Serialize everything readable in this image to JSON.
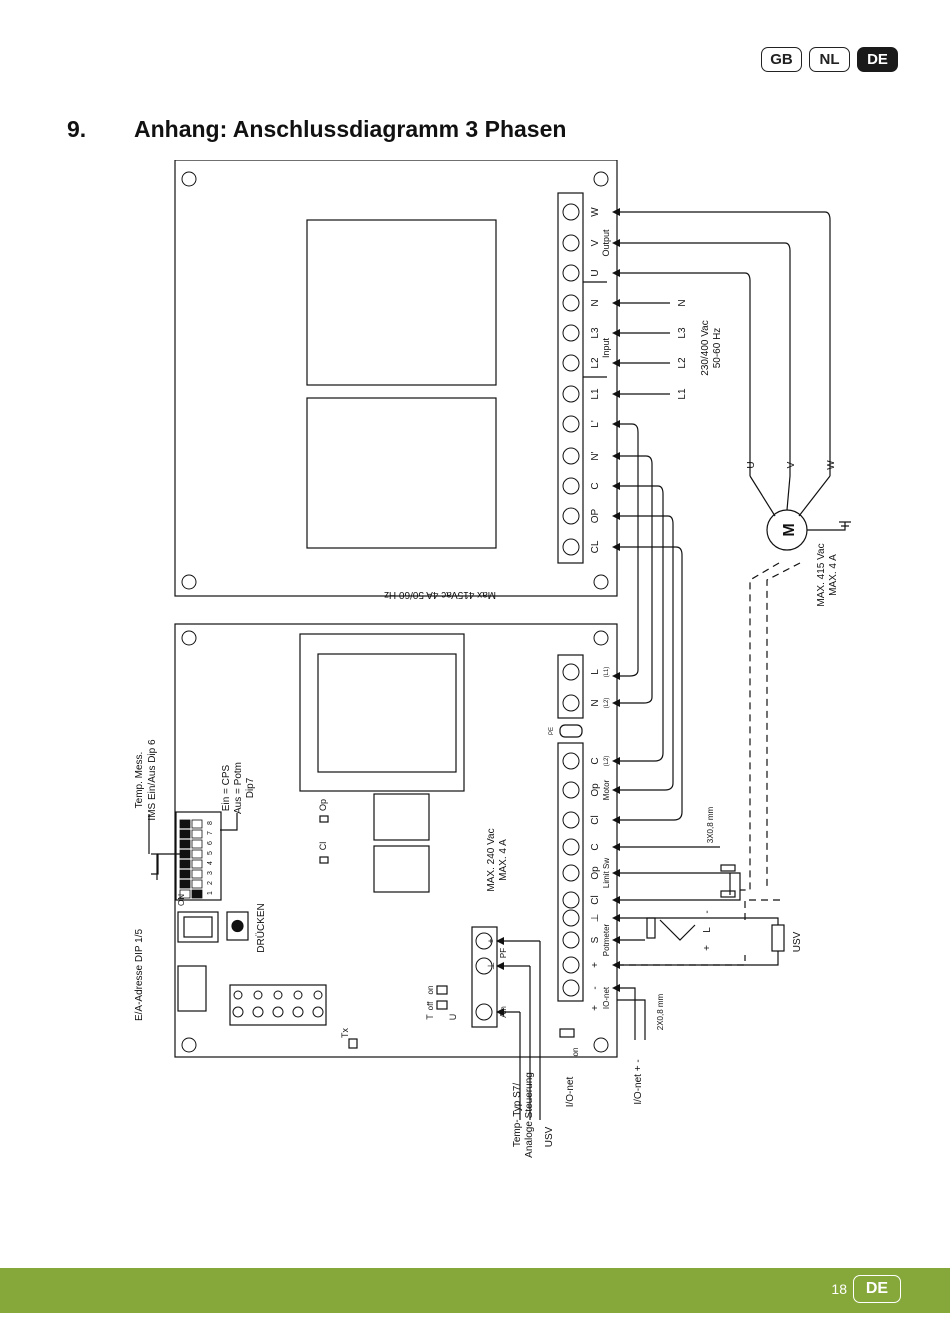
{
  "header": {
    "languages": [
      "GB",
      "NL",
      "DE"
    ],
    "active_language": "DE"
  },
  "section": {
    "number": "9.",
    "title": "Anhang: Anschlussdiagramm 3 Phasen"
  },
  "power_board": {
    "terminals": [
      "W",
      "V",
      "U",
      "N",
      "L3",
      "L2",
      "L1",
      "L'",
      "N'",
      "C",
      "OP",
      "CL"
    ],
    "output_label": "Output",
    "input_label": "Input",
    "rating_label": "Max 415Vac 4A 50/60 Hz"
  },
  "supply": {
    "lines": [
      "N",
      "L3",
      "L2",
      "L1"
    ],
    "voltage": "230/400 Vac",
    "frequency": "50-60 Hz"
  },
  "motor": {
    "symbol": "M",
    "phases": [
      "U",
      "V",
      "W"
    ],
    "max_voltage": "MAX. 415 Vac",
    "max_current": "MAX. 4 A"
  },
  "control_board": {
    "power_terminals": [
      {
        "label": "L",
        "sub": "(L1)"
      },
      {
        "label": "N",
        "sub": "(L2)"
      }
    ],
    "pe_label": "PE",
    "terminals": [
      {
        "label": "C",
        "sub": "(L2)"
      },
      {
        "label": "Op",
        "sub": ""
      },
      {
        "label": "Cl",
        "sub": ""
      },
      {
        "label": "C",
        "sub": ""
      },
      {
        "label": "Op",
        "sub": ""
      },
      {
        "label": "Cl",
        "sub": ""
      },
      {
        "label": "⊥",
        "sub": ""
      },
      {
        "label": "S",
        "sub": ""
      },
      {
        "label": "+",
        "sub": ""
      },
      {
        "label": "-",
        "sub": ""
      },
      {
        "label": "+",
        "sub": ""
      }
    ],
    "group_motor": "Motor",
    "group_limit": "Limit Sw",
    "group_potmeter": "Potmeter",
    "group_ionet": "IO-net",
    "relay_rating": [
      "MAX. 240 Vac",
      "MAX. 4 A"
    ],
    "led_op": "Op",
    "led_cl": "Cl",
    "led_tx": "Tx",
    "dip_on": "ON",
    "dip_numbers": [
      "1",
      "2",
      "3",
      "4",
      "5",
      "6",
      "7",
      "8"
    ],
    "push_button": "DRÜCKEN",
    "analog_terminals": [
      "+",
      "⊥"
    ],
    "analog_labels": [
      "Ain",
      "PF"
    ],
    "switch_on": "on",
    "switch_off": "off",
    "switch_t": "T",
    "switch_u": "U",
    "ionet_on": "on"
  },
  "annotations": {
    "address_dip": "E/A-Adresse DIP 1/5",
    "temp_meas": [
      "Temp. Mess.",
      "IMS Ein/Aus Dip 6"
    ],
    "cps": [
      "Ein = CPS",
      "Aus = Potm",
      "Dip7"
    ],
    "cable_3x": "3X0,8 mm",
    "cable_2x": "2X0,8 mm",
    "ionet_label": "I/O-net",
    "ionet_pm": "I/O-net + -",
    "temp_type": [
      "Temp- Typ S7/",
      "Analoge Steuerung"
    ],
    "usv_left": "USV",
    "usv_right": "USV",
    "pot_signs": [
      "+",
      "L",
      "-"
    ]
  },
  "footer": {
    "page_number": "18",
    "language": "DE",
    "bar_color": "#86a83a"
  }
}
